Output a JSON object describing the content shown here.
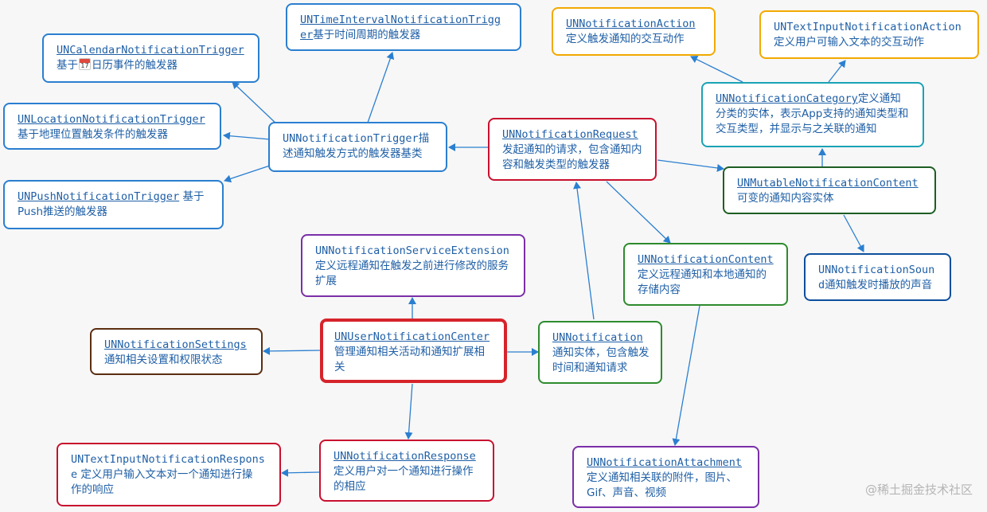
{
  "nodes": {
    "time_interval": {
      "title": "UNTimeIntervalNotificationTrigg",
      "rest": "er",
      "desc": "基于时间周期的触发器",
      "color": "#2b7fd0"
    },
    "calendar": {
      "title": "UNCalendarNotificationTrigger",
      "desc_pre": "基于",
      "desc_post": "日历事件的触发器",
      "emoji_day": "17",
      "color": "#2b7fd0"
    },
    "location": {
      "title": "UNLocationNotificationTrigger",
      "desc": "基于地理位置触发条件的触发器",
      "color": "#2b7fd0"
    },
    "push": {
      "title": "UNPushNotificationTrigger",
      "inline": " 基于",
      "desc": "Push推送的触发器",
      "color": "#2b7fd0"
    },
    "trigger": {
      "title": "UNNotificationTrigger",
      "inline": "描",
      "desc": "述通知触发方式的触发器基类",
      "color": "#2b7fd0"
    },
    "request": {
      "title": "UNNotificationRequest",
      "desc": "发起通知的请求，包含通知内容和触发类型的触发器",
      "color": "#c8102e"
    },
    "action": {
      "title": "UNNotificationAction",
      "desc": "定义触发通知的交互动作",
      "color": "#f2a900"
    },
    "text_action": {
      "title": "UNTextInputNotificationAction",
      "desc": "定义用户可输入文本的交互动作",
      "color": "#f2a900"
    },
    "category": {
      "title": "UNNotificationCategory",
      "inline": "定义通知",
      "desc": "分类的实体，表示App支持的通知类型和交互类型，并显示与之关联的通知",
      "color": "#1aa3b5"
    },
    "mutable": {
      "title": "UNMutableNotificationContent",
      "desc": "可变的通知内容实体",
      "color": "#1e5e23"
    },
    "sound": {
      "title": "UNNotificationSoun",
      "rest": "d",
      "desc": "通知触发时播放的声音",
      "color": "#0d4f9e"
    },
    "content": {
      "title": "UNNotificationContent",
      "desc": "定义远程通知和本地通知的存储内容",
      "color": "#2e8b2e"
    },
    "service_ext": {
      "title": "UNNotificationServiceExtension",
      "desc": "定义远程通知在触发之前进行修改的服务扩展",
      "color": "#7b2fa8"
    },
    "settings": {
      "title": "UNNotificationSettings",
      "desc": "通知相关设置和权限状态",
      "color": "#5c2e12"
    },
    "center": {
      "title": "UNUserNotificationCenter",
      "desc": "管理通知相关活动和通知扩展相关",
      "color": "#d6242b"
    },
    "notification": {
      "title": "UNNotification",
      "desc": "通知实体，包含触发时间和通知请求",
      "color": "#2e8b2e"
    },
    "attachment": {
      "title": "UNNotificationAttachment",
      "desc": "定义通知相关联的附件，图片、Gif、声音、视频",
      "color": "#7b2fa8"
    },
    "text_response": {
      "title": "UNTextInputNotificationRespons",
      "rest": "e",
      "inline": " 定义用户输入文本对一个通知进行操",
      "desc": "作的响应",
      "color": "#c8102e"
    },
    "response": {
      "title": "UNNotificationResponse",
      "desc": "定义用户对一个通知进行操作的相应",
      "color": "#c8102e"
    }
  },
  "watermark": "@稀土掘金技术社区",
  "edge_color": "#2b7fd0"
}
